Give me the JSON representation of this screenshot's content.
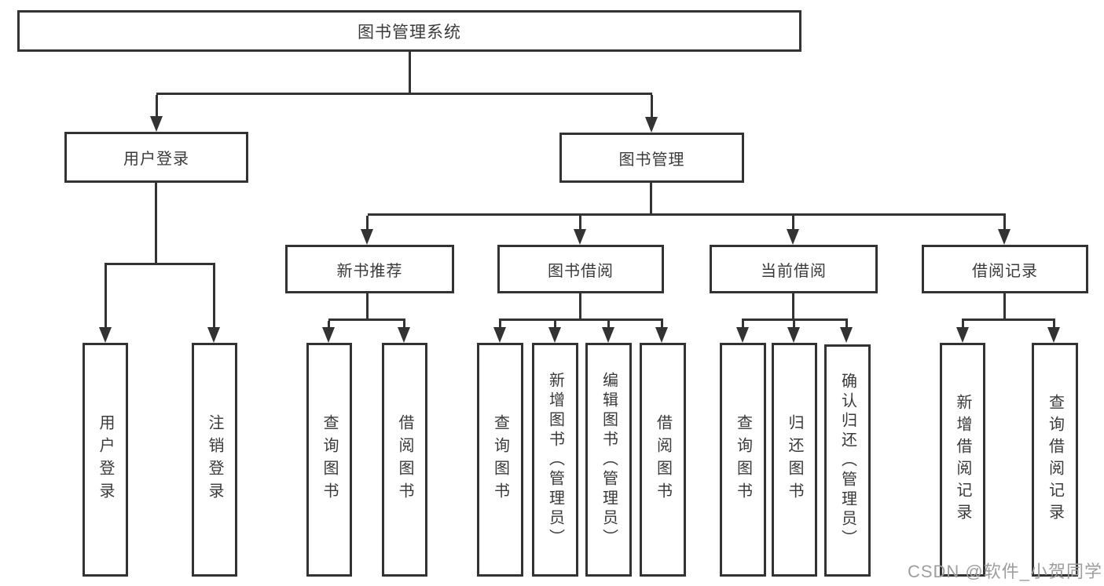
{
  "page": {
    "background": "#ffffff",
    "watermark": {
      "text": "CSDN @软件_小贺同学",
      "color": "#9e9e9e"
    }
  },
  "colors": {
    "line": "#333333",
    "box_border": "#333333",
    "text": "#3a3a3a"
  },
  "tree": {
    "label": "图书管理系统",
    "children": [
      {
        "label": "用户登录",
        "children": [
          {
            "label": "用户登录"
          },
          {
            "label": "注销登录"
          }
        ]
      },
      {
        "label": "图书管理",
        "children": [
          {
            "label": "新书推荐",
            "children": [
              {
                "label": "查询图书"
              },
              {
                "label": "借阅图书"
              }
            ]
          },
          {
            "label": "图书借阅",
            "children": [
              {
                "label": "查询图书"
              },
              {
                "label": "新增图书（管理员）"
              },
              {
                "label": "编辑图书（管理员）"
              },
              {
                "label": "借阅图书"
              }
            ]
          },
          {
            "label": "当前借阅",
            "children": [
              {
                "label": "查询图书"
              },
              {
                "label": "归还图书"
              },
              {
                "label": "确认归还（管理员）"
              }
            ]
          },
          {
            "label": "借阅记录",
            "children": [
              {
                "label": "新增借阅记录"
              },
              {
                "label": "查询借阅记录"
              }
            ]
          }
        ]
      }
    ]
  }
}
